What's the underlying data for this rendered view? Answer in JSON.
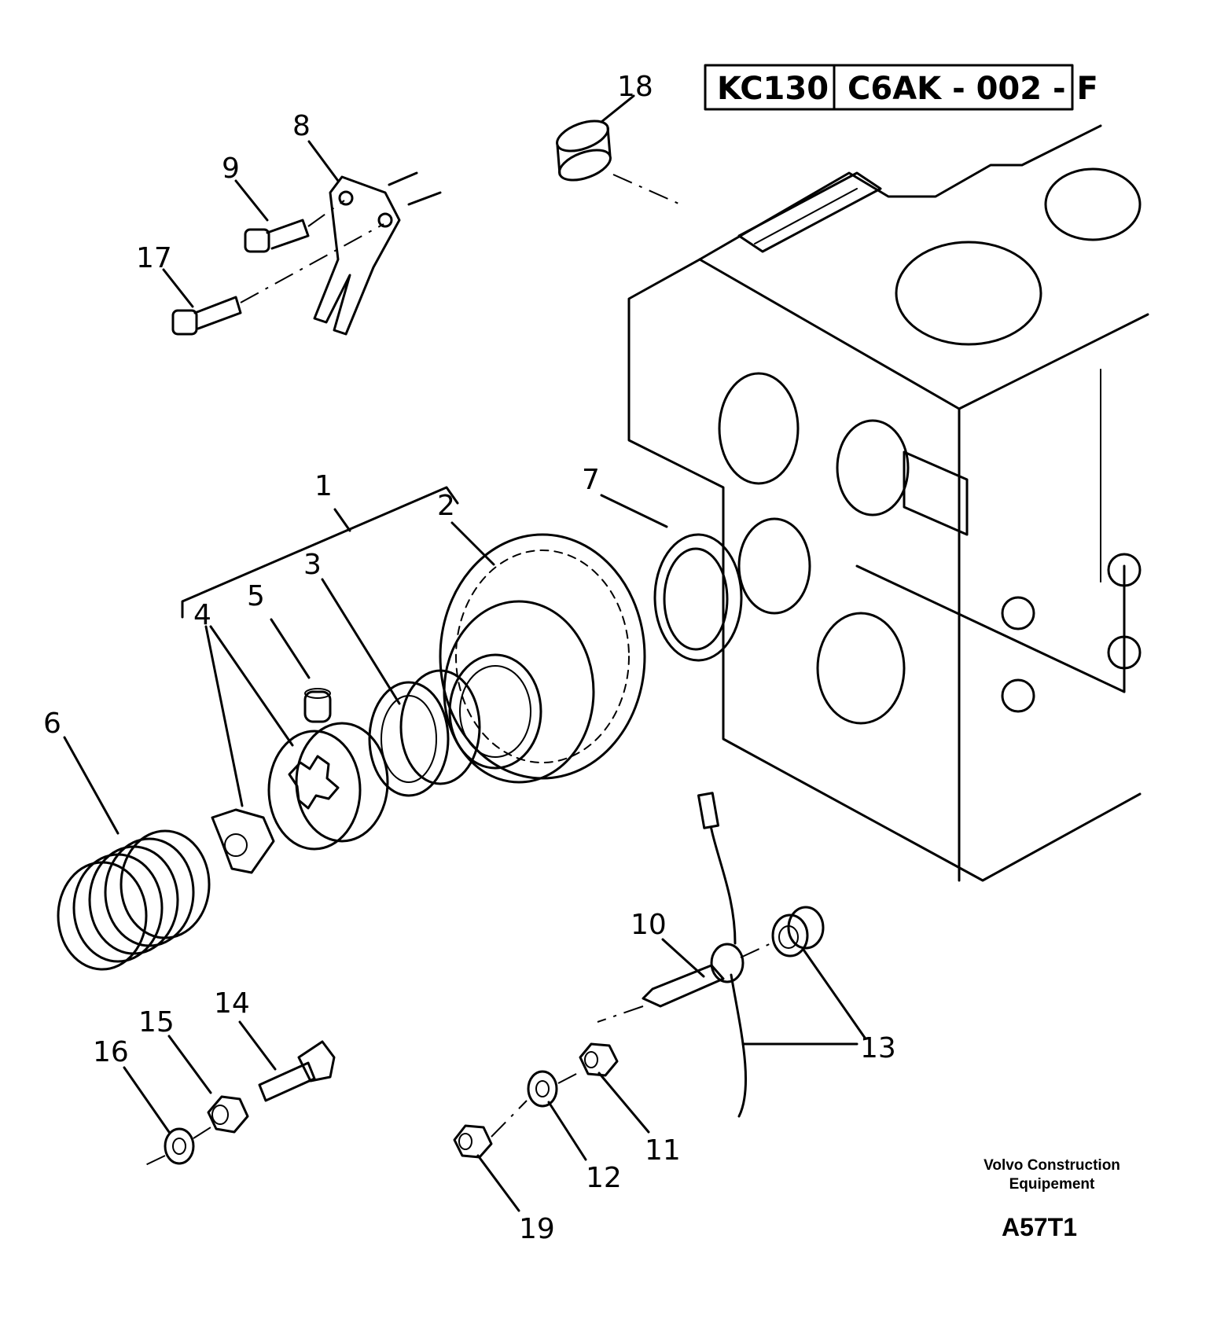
{
  "header": {
    "model": "KC130",
    "ref": "C6AK - 002 - F"
  },
  "footer": {
    "brand_line1": "Volvo Construction",
    "brand_line2": "Equipement",
    "code": "A57T1"
  },
  "callouts": [
    {
      "id": "c1",
      "text": "1"
    },
    {
      "id": "c2",
      "text": "2"
    },
    {
      "id": "c3",
      "text": "3"
    },
    {
      "id": "c4",
      "text": "4"
    },
    {
      "id": "c5",
      "text": "5"
    },
    {
      "id": "c6",
      "text": "6"
    },
    {
      "id": "c7",
      "text": "7"
    },
    {
      "id": "c8",
      "text": "8"
    },
    {
      "id": "c9",
      "text": "9"
    },
    {
      "id": "c10",
      "text": "10"
    },
    {
      "id": "c11",
      "text": "11"
    },
    {
      "id": "c12",
      "text": "12"
    },
    {
      "id": "c13",
      "text": "13"
    },
    {
      "id": "c14",
      "text": "14"
    },
    {
      "id": "c15",
      "text": "15"
    },
    {
      "id": "c16",
      "text": "16"
    },
    {
      "id": "c17",
      "text": "17"
    },
    {
      "id": "c18",
      "text": "18"
    },
    {
      "id": "c19",
      "text": "19"
    }
  ]
}
